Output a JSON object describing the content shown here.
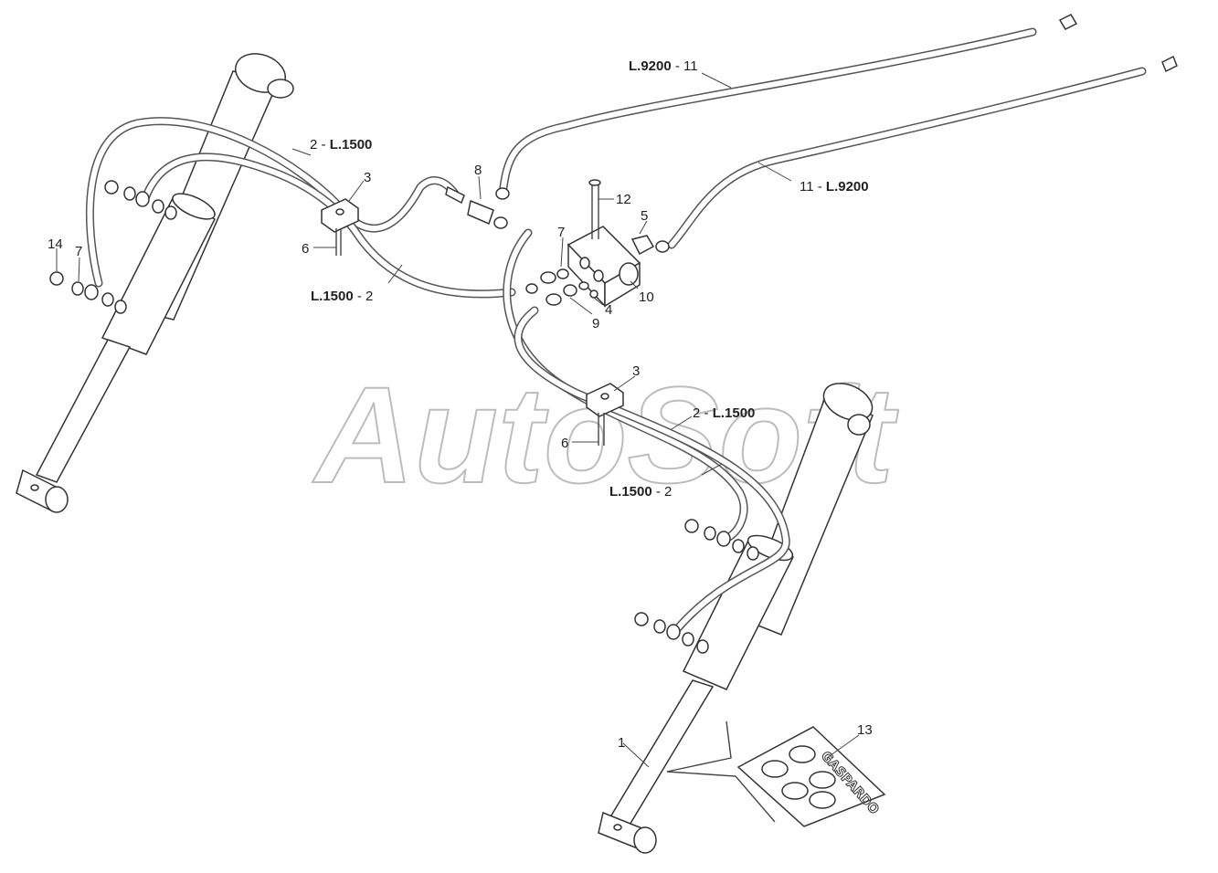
{
  "watermark": "AutoSoft",
  "labels": {
    "hose_top_left": {
      "num": "2",
      "sep": " - ",
      "len": "L.1500"
    },
    "hose_mid_left": {
      "len": "L.1500",
      "sep": " - ",
      "num": "2"
    },
    "hose_long_top": {
      "len": "L.9200",
      "sep": " - ",
      "num": "11"
    },
    "hose_long_right": {
      "num": "11",
      "sep": " - ",
      "len": "L.9200"
    },
    "hose_mid_right": {
      "num": "2",
      "sep": " - ",
      "len": "L.1500"
    },
    "hose_low_right": {
      "len": "L.1500",
      "sep": " - ",
      "num": "2"
    },
    "p3a": "3",
    "p3b": "3",
    "p6a": "6",
    "p6b": "6",
    "p8": "8",
    "p12": "12",
    "p5": "5",
    "p7a": "7",
    "p7b": "7",
    "p14": "14",
    "p10": "10",
    "p4": "4",
    "p9": "9",
    "p1": "1",
    "p13": "13"
  },
  "seal_kit_brand": "GASPARDO"
}
